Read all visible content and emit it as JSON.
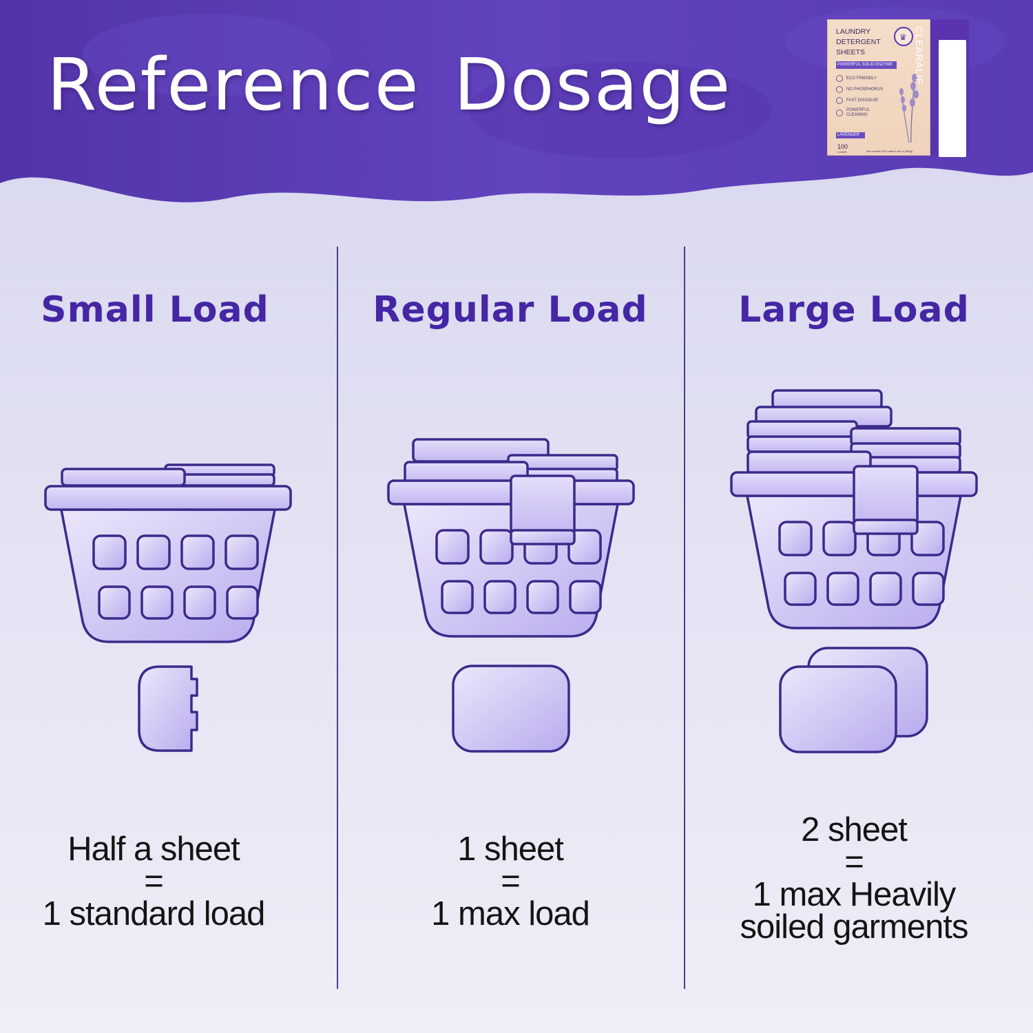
{
  "title": "Reference Dosage",
  "product": {
    "title_lines": [
      "LAUNDRY",
      "DETERGENT",
      "SHEETS"
    ],
    "brand": "CLEARALIF",
    "banner": "POWERFUL SOLID ENZYME",
    "features": [
      "ECO FRIENDLY",
      "NO PHOSPHORUS",
      "FAST DISSOLVE",
      "POWERFUL CLEANING"
    ],
    "scent": "LAVENDER",
    "loads_number": "100",
    "loads_unit": "LOADS",
    "net_content": "Net content:100 Loads 6.35 oz (180g)"
  },
  "columns": [
    {
      "title": "Small Load",
      "dose_lines": [
        "Half a sheet",
        "=",
        "1 standard load"
      ]
    },
    {
      "title": "Regular Load",
      "dose_lines": [
        "1 sheet",
        "=",
        "1 max load"
      ]
    },
    {
      "title": "Large Load",
      "dose_lines": [
        "2 sheet",
        "=",
        "1 max Heavily",
        "soiled garments"
      ]
    }
  ],
  "colors": {
    "header": "#5a3bb5",
    "accent": "#4526a4",
    "outline": "#3a2a8a",
    "fill_light": "#e6e1fa",
    "fill_dark": "#b6a6ee"
  }
}
